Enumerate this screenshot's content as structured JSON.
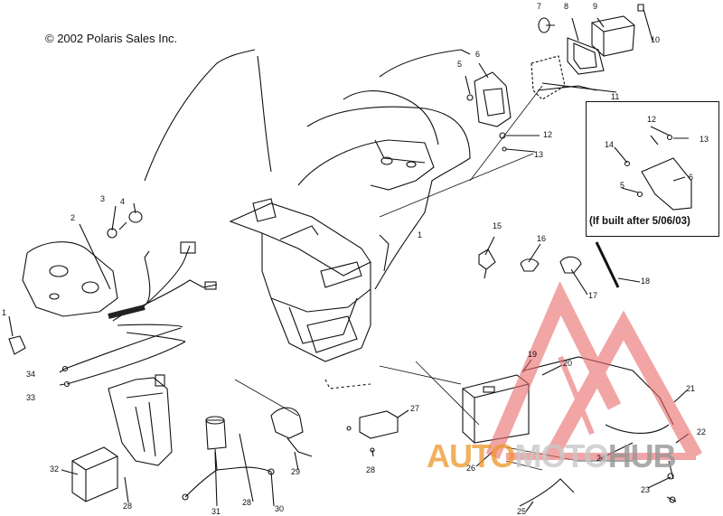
{
  "copyright": "© 2002 Polaris Sales Inc.",
  "inset_caption": "(If built after 5/06/03)",
  "watermark": {
    "part1": "AUTO",
    "part2": "MOTO",
    "part3": "HUB",
    "accent_color": "#e8903a",
    "triangle_color": "#e85a5a"
  },
  "callouts": [
    "7",
    "8",
    "9",
    "10",
    "5",
    "6",
    "11",
    "12",
    "13",
    "12",
    "14",
    "13",
    "5",
    "6",
    "4",
    "3",
    "2",
    "1",
    "34",
    "33",
    "15",
    "16",
    "17",
    "18",
    "19",
    "20",
    "21",
    "22",
    "23",
    "24",
    "25",
    "26",
    "27",
    "28",
    "29",
    "30",
    "31",
    "28",
    "32",
    "28",
    "1"
  ]
}
